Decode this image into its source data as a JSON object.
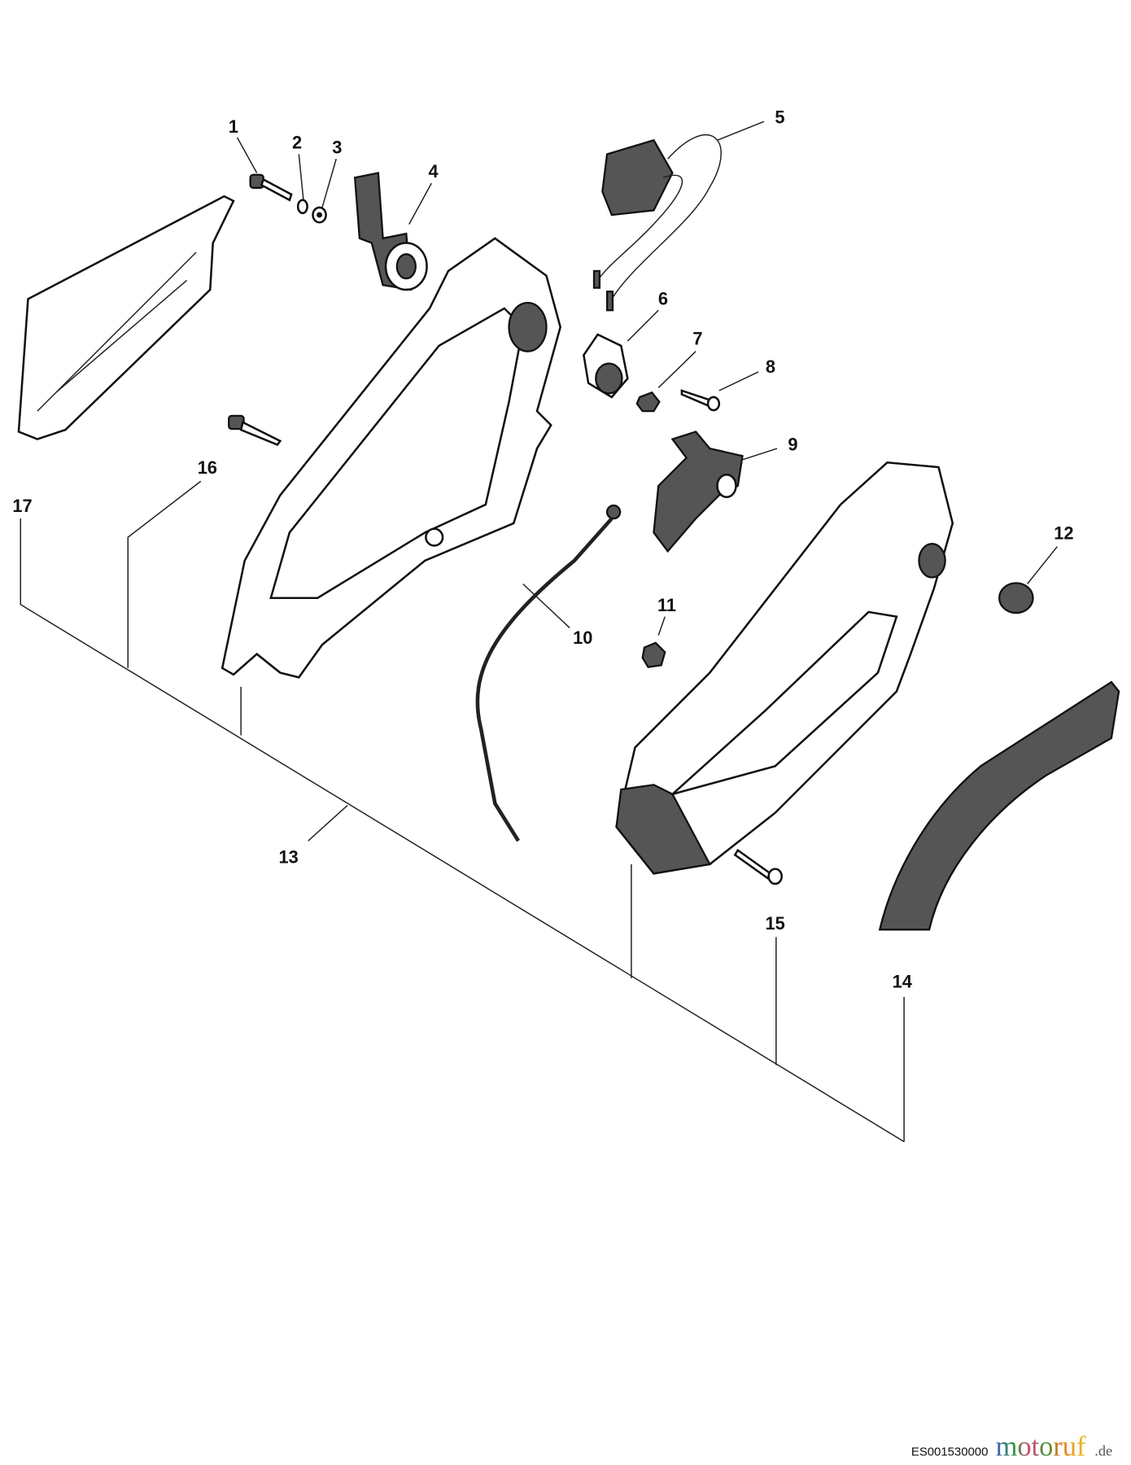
{
  "diagram": {
    "callouts": [
      "1",
      "2",
      "3",
      "4",
      "5",
      "6",
      "7",
      "8",
      "9",
      "10",
      "11",
      "12",
      "13",
      "14",
      "15",
      "16",
      "17"
    ],
    "drawing_code": "ES001530000",
    "watermark": {
      "brand": "motoruf",
      "suffix": ".de",
      "colors": [
        "#3a5bbf",
        "#2e9b3f",
        "#e0447a",
        "#2e9b3f",
        "#e07a20",
        "#e8a020",
        "#e8c020"
      ]
    }
  }
}
